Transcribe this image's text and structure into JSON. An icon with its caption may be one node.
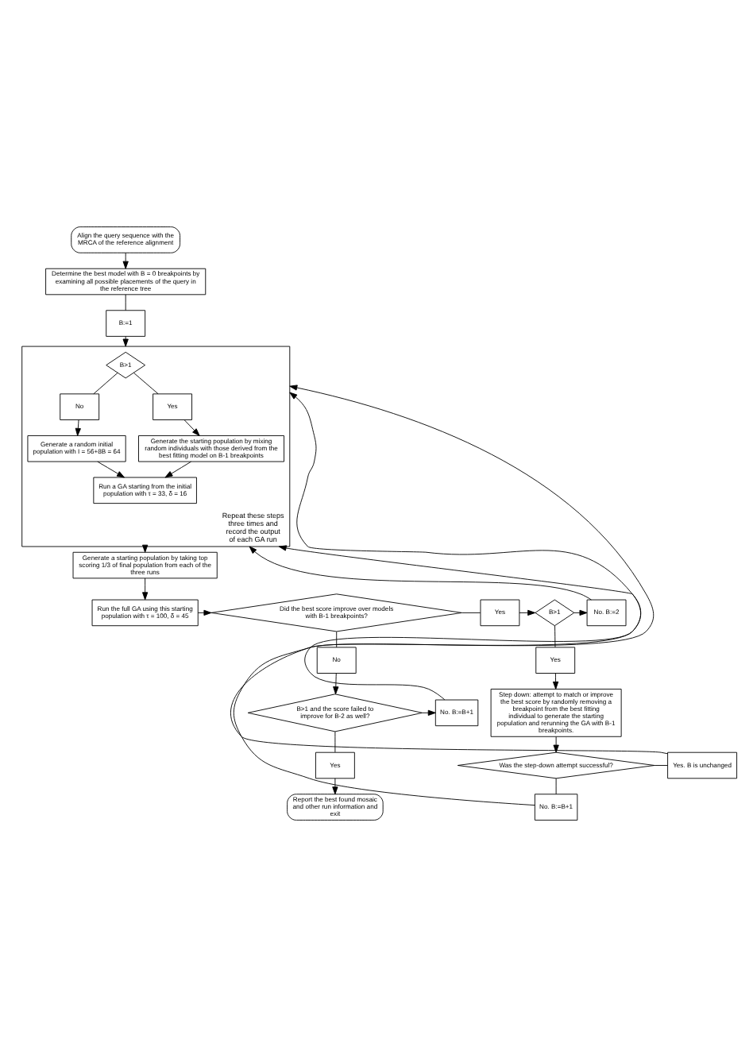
{
  "diagram": {
    "nodes": [
      {
        "text": [
          "Align the query sequence with the MRCA of the reference alignment"
        ]
      },
      {
        "text": [
          "Determine the best model with B = 0 breakpoints by examining all possible placements of the query in the reference tree"
        ]
      },
      {
        "text": [
          "B:=1"
        ]
      },
      {
        "text": [
          "Repeat these steps three times and record the output of each GA run"
        ]
      },
      {
        "text": [
          "B>1"
        ],
        "in": 3
      },
      {
        "text": [
          "No"
        ],
        "in": 3
      },
      {
        "text": [
          "Yes"
        ],
        "in": 3
      },
      {
        "text": [
          "Generate a random initial population with I = 56+8B = 64"
        ],
        "in": 3
      },
      {
        "text": [
          "Generate the starting population by mixing random individuals with those derived from the best fitting model on B-1 breakpoints"
        ],
        "in": 3
      },
      {
        "text": [
          "Run a GA starting from the initial population with τ = 33, δ = 16"
        ],
        "in": 3
      },
      {
        "text": [
          "Generate a starting population by taking top scoring 1/3 of final population from each of the three runs"
        ]
      },
      {
        "text": [
          "Run the full GA using this starting population with τ = 100, δ = 45"
        ]
      },
      {
        "text": [
          "Did the best score improve over models with B-1 breakpoints?"
        ]
      },
      {
        "text": [
          "Yes"
        ]
      },
      {
        "text": [
          "B>1"
        ]
      },
      {
        "text": [
          "No. B:=2"
        ]
      },
      {
        "text": [
          "Yes"
        ]
      },
      {
        "text": [
          "Step down: attempt to match or improve the best score by randomly removing a breakpoint from the best fitting individual to generate the starting population and rerunning the GA with B-1 breakpoints."
        ]
      },
      {
        "text": [
          "No"
        ]
      },
      {
        "text": [
          "B>1 and the score failed to improve for B-2 as well?"
        ]
      },
      {
        "text": [
          "No. B:=B+1"
        ]
      },
      {
        "text": [
          "Yes"
        ]
      },
      {
        "text": [
          "Report the best found mosaic and other run information and exit"
        ]
      },
      {
        "text": [
          "Was the step-down attempt successful?"
        ]
      },
      {
        "text": [
          "Yes. B is unchanged"
        ]
      },
      {
        "text": [
          "No. B:=B+1"
        ]
      }
    ],
    "edges": [
      {
        "from": 0,
        "to": 1,
        "arrow": "to"
      },
      {
        "from": 1,
        "to": 2,
        "arrow": "none"
      },
      {
        "from": 2,
        "to": 3,
        "arrow": "to"
      },
      {
        "from": 4,
        "to": 5,
        "arrow": "none"
      },
      {
        "from": 5,
        "to": 7,
        "arrow": "to"
      },
      {
        "from": 4,
        "to": 6,
        "arrow": "none"
      },
      {
        "from": 6,
        "to": 8,
        "arrow": "to"
      },
      {
        "from": 7,
        "to": 9,
        "arrow": "to"
      },
      {
        "from": 8,
        "to": 9,
        "arrow": "to"
      },
      {
        "from": 3,
        "to": 10,
        "arrow": "to"
      },
      {
        "from": 10,
        "to": 11,
        "arrow": "to"
      },
      {
        "from": 11,
        "to": 12,
        "arrow": "to"
      },
      {
        "from": 12,
        "to": 13,
        "arrow": "none"
      },
      {
        "from": 13,
        "to": 14,
        "arrow": "to"
      },
      {
        "from": 14,
        "to": 15,
        "arrow": "to"
      },
      {
        "from": 15,
        "to": 3,
        "arrow": "to"
      },
      {
        "from": 14,
        "to": 16,
        "arrow": "none"
      },
      {
        "from": 16,
        "to": 17,
        "arrow": "to"
      },
      {
        "from": 17,
        "to": 23,
        "arrow": "to"
      },
      {
        "from": 23,
        "to": 24,
        "arrow": "none"
      },
      {
        "from": 24,
        "to": 3,
        "arrow": "to"
      },
      {
        "from": 23,
        "to": 25,
        "arrow": "none"
      },
      {
        "from": 25,
        "to": 3,
        "arrow": "to"
      },
      {
        "from": 12,
        "to": 18,
        "arrow": "none"
      },
      {
        "from": 18,
        "to": 19,
        "arrow": "to"
      },
      {
        "from": 19,
        "to": 20,
        "arrow": "to"
      },
      {
        "from": 20,
        "to": 3,
        "arrow": "to"
      },
      {
        "from": 19,
        "to": 21,
        "arrow": "none"
      },
      {
        "from": 21,
        "to": 22,
        "arrow": "to"
      }
    ]
  }
}
